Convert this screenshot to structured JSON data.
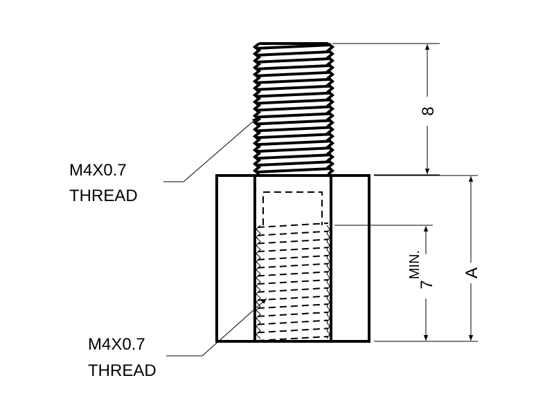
{
  "callouts": {
    "external_thread": {
      "line1": "M4X0.7",
      "line2": "THREAD"
    },
    "internal_thread": {
      "line1": "M4X0.7",
      "line2": "THREAD"
    }
  },
  "dimensions": {
    "stud_length": "8",
    "thread_depth_value": "7",
    "thread_depth_suffix": "MIN.",
    "body_length": "A"
  },
  "colors": {
    "line": "#000000",
    "background": "#ffffff"
  }
}
